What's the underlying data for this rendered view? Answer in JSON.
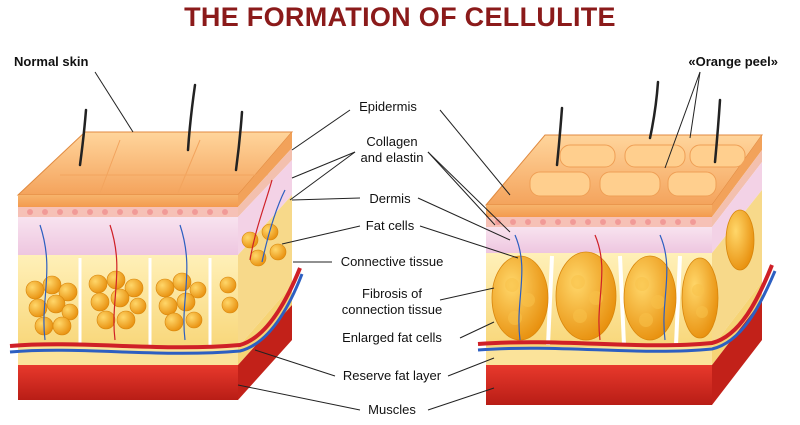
{
  "title": "THE FORMATION OF CELLULITE",
  "left_label": "Normal skin",
  "right_label": "«Orange peel»",
  "labels": {
    "epidermis": "Epidermis",
    "collagen_1": "Collagen",
    "collagen_2": "and elastin",
    "dermis": "Dermis",
    "fat_cells": "Fat cells",
    "connective_tissue": "Connective tissue",
    "fibrosis_1": "Fibrosis of",
    "fibrosis_2": "connection tissue",
    "enlarged_fat_cells": "Enlarged fat cells",
    "reserve_fat_layer": "Reserve fat layer",
    "muscles": "Muscles"
  },
  "colors": {
    "title": "#8b1a1a",
    "epidermis": "#f7b46c",
    "dermis": "#f4d6ea",
    "fat_layer": "#fbe39a",
    "fat_cell": "#f3a51f",
    "muscle": "#d42b23",
    "artery": "#cf2027",
    "vein": "#2d5fc1"
  }
}
